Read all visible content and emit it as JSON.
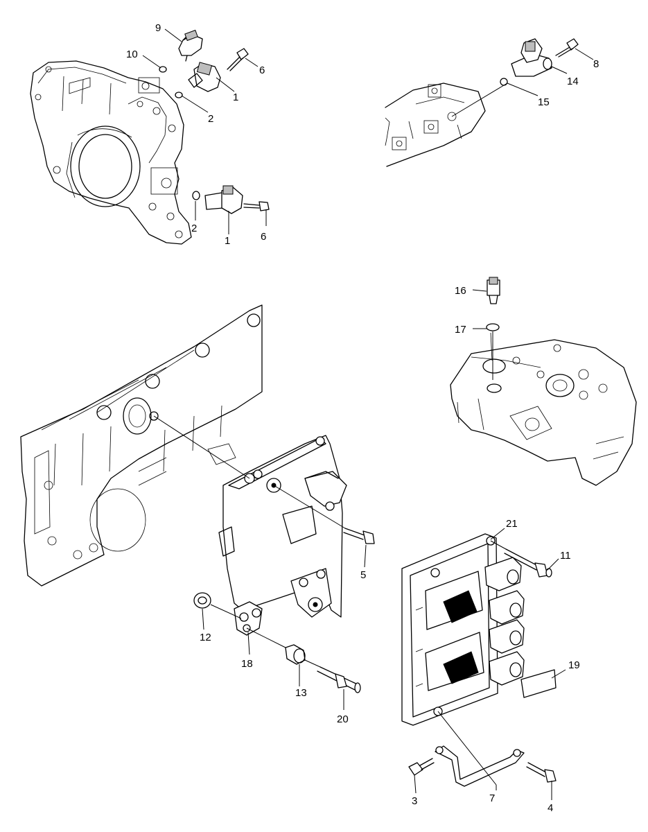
{
  "callouts": [
    {
      "id": "c1a",
      "text": "1"
    },
    {
      "id": "c1b",
      "text": "1"
    },
    {
      "id": "c2a",
      "text": "2"
    },
    {
      "id": "c2b",
      "text": "2"
    },
    {
      "id": "c3",
      "text": "3"
    },
    {
      "id": "c4",
      "text": "4"
    },
    {
      "id": "c5",
      "text": "5"
    },
    {
      "id": "c6a",
      "text": "6"
    },
    {
      "id": "c6b",
      "text": "6"
    },
    {
      "id": "c7",
      "text": "7"
    },
    {
      "id": "c8",
      "text": "8"
    },
    {
      "id": "c9",
      "text": "9"
    },
    {
      "id": "c10",
      "text": "10"
    },
    {
      "id": "c11",
      "text": "11"
    },
    {
      "id": "c12",
      "text": "12"
    },
    {
      "id": "c13",
      "text": "13"
    },
    {
      "id": "c14",
      "text": "14"
    },
    {
      "id": "c15",
      "text": "15"
    },
    {
      "id": "c16",
      "text": "16"
    },
    {
      "id": "c17",
      "text": "17"
    },
    {
      "id": "c18",
      "text": "18"
    },
    {
      "id": "c19",
      "text": "19"
    },
    {
      "id": "c20",
      "text": "20"
    },
    {
      "id": "c21",
      "text": "21"
    }
  ]
}
